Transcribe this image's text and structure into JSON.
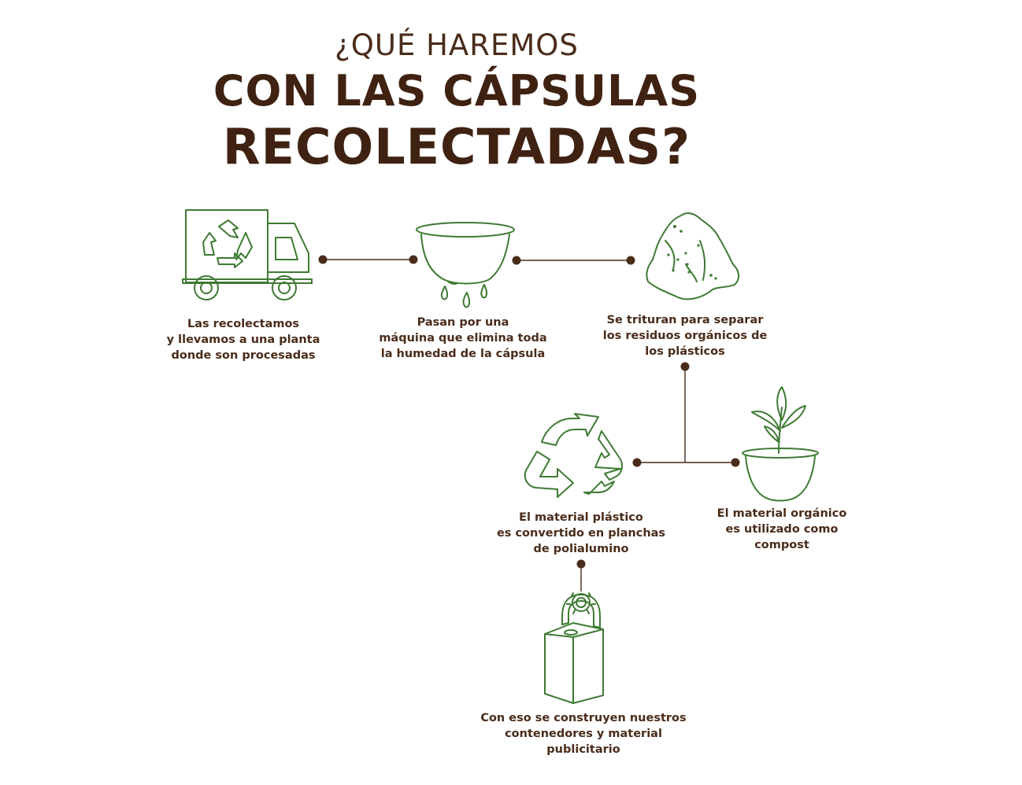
{
  "title": {
    "line1": "¿QUÉ HAREMOS",
    "line2": "CON LAS CÁPSULAS",
    "line3": "RECOLECTADAS?"
  },
  "colors": {
    "text_brown": "#4a2c1a",
    "icon_green": "#3e7a33",
    "background": "#ffffff"
  },
  "steps": [
    {
      "icon": "recycling-truck-icon",
      "caption": [
        "Las recolectamos",
        "y llevamos a una planta",
        "donde son procesadas"
      ]
    },
    {
      "icon": "dripping-capsule-icon",
      "caption": [
        "Pasan por una",
        "máquina que elimina toda",
        "la humedad de la cápsula"
      ]
    },
    {
      "icon": "crushed-pile-icon",
      "caption": [
        "Se trituran para separar",
        "los residuos orgánicos de",
        "los plásticos"
      ]
    },
    {
      "icon": "recycle-arrows-icon",
      "caption": [
        "El material plástico",
        "es convertido en planchas",
        "de polialumino"
      ]
    },
    {
      "icon": "sprout-pot-icon",
      "caption": [
        "El material orgánico",
        "es utilizado como",
        "compost"
      ]
    },
    {
      "icon": "collection-container-icon",
      "caption": [
        "Con eso se construyen nuestros",
        "contenedores y material",
        "publicitario"
      ]
    }
  ]
}
